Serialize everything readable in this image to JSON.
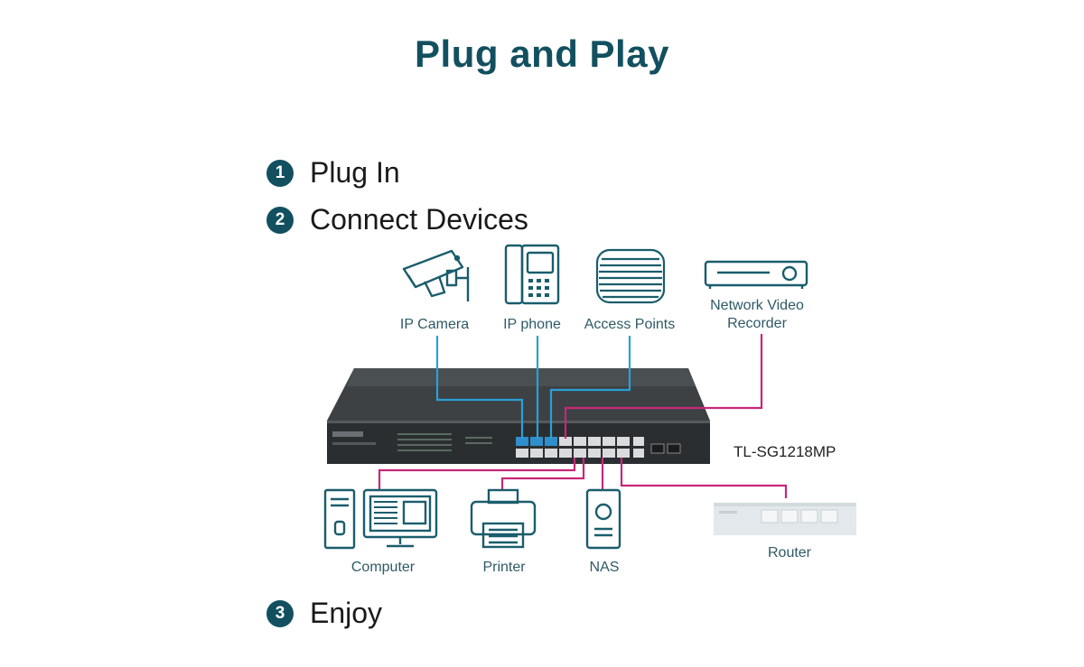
{
  "title": "Plug and Play",
  "steps": [
    {
      "num": "1",
      "label": "Plug In"
    },
    {
      "num": "2",
      "label": "Connect Devices"
    },
    {
      "num": "3",
      "label": "Enjoy"
    }
  ],
  "devices_top": {
    "camera": "IP Camera",
    "phone": "IP phone",
    "ap": "Access Points",
    "nvr_line1": "Network Video",
    "nvr_line2": "Recorder"
  },
  "devices_bottom": {
    "computer": "Computer",
    "printer": "Printer",
    "nas": "NAS",
    "router": "Router"
  },
  "switch_model": "TL-SG1218MP",
  "colors": {
    "title": "#125060",
    "icon": "#1a5d6c",
    "poe_link": "#2aa0d6",
    "data_link": "#c8277a"
  }
}
